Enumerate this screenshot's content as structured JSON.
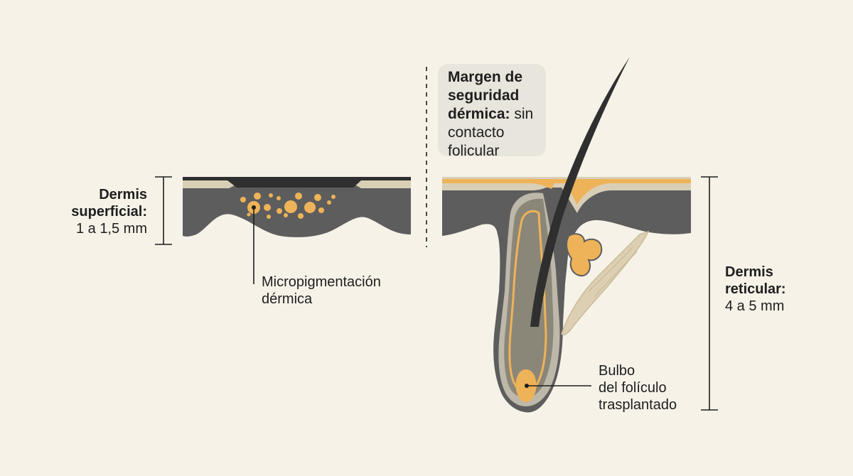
{
  "labels": {
    "superficial_bold": "Dermis\nsuperficial:",
    "superficial_value": "1 a 1,5 mm",
    "reticular_bold": "Dermis\nreticular:",
    "reticular_value": "4 a 5 mm",
    "micro": "Micropigmentación\ndérmica",
    "bulb": "Bulbo\ndel folículo\ntrasplantado",
    "margin_bold": "Margen de\nseguridad\ndérmica:",
    "margin_rest": " sin\ncontacto\nfolicular"
  },
  "colors": {
    "background": "#f6f2e8",
    "dermis": "#5d5d5d",
    "pigment": "#eeb358",
    "hair": "#2f2f2f",
    "tissue": "#ddd0b2"
  }
}
